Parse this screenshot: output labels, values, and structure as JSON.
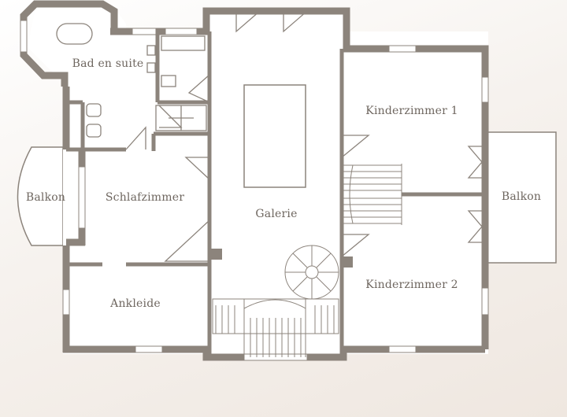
{
  "colors": {
    "wall": "#8c847c",
    "floor": "#ffffff",
    "line": "#8c847c",
    "label": "#6e665f"
  },
  "rooms": [
    {
      "id": "bad-en-suite",
      "label": "Bad en suite"
    },
    {
      "id": "balkon-left",
      "label": "Balkon"
    },
    {
      "id": "schlafzimmer",
      "label": "Schlafzimmer"
    },
    {
      "id": "ankleide",
      "label": "Ankleide"
    },
    {
      "id": "galerie",
      "label": "Galerie"
    },
    {
      "id": "kinderzimmer-1",
      "label": "Kinderzimmer 1"
    },
    {
      "id": "kinderzimmer-2",
      "label": "Kinderzimmer 2"
    },
    {
      "id": "balkon-right",
      "label": "Balkon"
    }
  ]
}
